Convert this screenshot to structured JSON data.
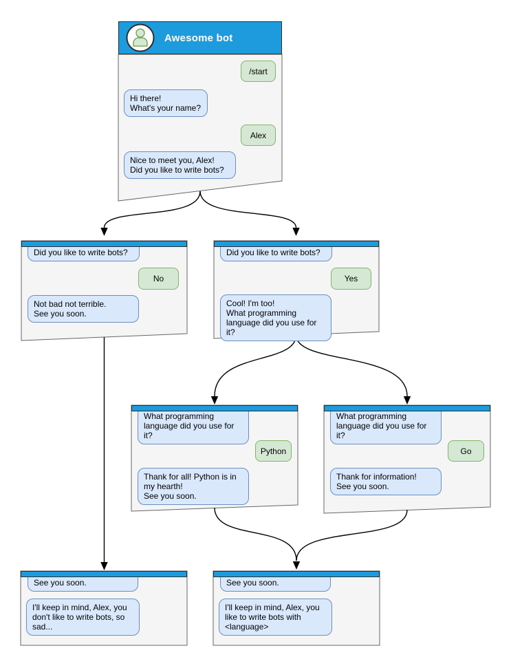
{
  "colors": {
    "titlebar_blue": "#1e9bdc",
    "window_fill": "#f5f5f5",
    "window_border": "#666666",
    "incoming_bubble_fill": "#dae8fc",
    "incoming_bubble_border": "#6c8ebf",
    "outgoing_bubble_fill": "#d5e8d4",
    "outgoing_bubble_border": "#82b366",
    "arrow": "#000000"
  },
  "windows": {
    "main": {
      "title": "Awesome bot",
      "avatar_icon": "user-icon",
      "messages": [
        {
          "side": "outgoing",
          "text": "/start"
        },
        {
          "side": "incoming",
          "text": "Hi there!\nWhat's your name?"
        },
        {
          "side": "outgoing",
          "text": "Alex"
        },
        {
          "side": "incoming",
          "text": "Nice to meet you, Alex!\nDid you like to write bots?"
        }
      ]
    },
    "branch_no": {
      "messages": [
        {
          "side": "incoming",
          "text": "Did you like to write bots?"
        },
        {
          "side": "outgoing",
          "text": "No"
        },
        {
          "side": "incoming",
          "text": "Not bad not terrible.\nSee you soon."
        }
      ]
    },
    "branch_yes": {
      "messages": [
        {
          "side": "incoming",
          "text": "Did you like to write bots?"
        },
        {
          "side": "outgoing",
          "text": "Yes"
        },
        {
          "side": "incoming",
          "text": "Cool! I'm too!\nWhat programming\nlanguage did you use for it?"
        }
      ]
    },
    "lang_python": {
      "messages": [
        {
          "side": "incoming",
          "text": "What programming\nlanguage did you use for it?"
        },
        {
          "side": "outgoing",
          "text": "Python"
        },
        {
          "side": "incoming",
          "text": "Thank for all! Python is in\nmy hearth!\nSee you soon."
        }
      ]
    },
    "lang_go": {
      "messages": [
        {
          "side": "incoming",
          "text": "What programming\nlanguage did you use for it?"
        },
        {
          "side": "outgoing",
          "text": "Go"
        },
        {
          "side": "incoming",
          "text": "Thank for information!\nSee you soon."
        }
      ]
    },
    "end_no": {
      "messages": [
        {
          "side": "incoming",
          "text": "See you soon."
        },
        {
          "side": "incoming",
          "text": "I'll keep in mind, Alex, you\ndon't like to write bots, so\nsad..."
        }
      ]
    },
    "end_yes": {
      "messages": [
        {
          "side": "incoming",
          "text": "See you soon."
        },
        {
          "side": "incoming",
          "text": "I'll keep in mind, Alex, you\nlike to write bots with\n<language>"
        }
      ]
    }
  }
}
